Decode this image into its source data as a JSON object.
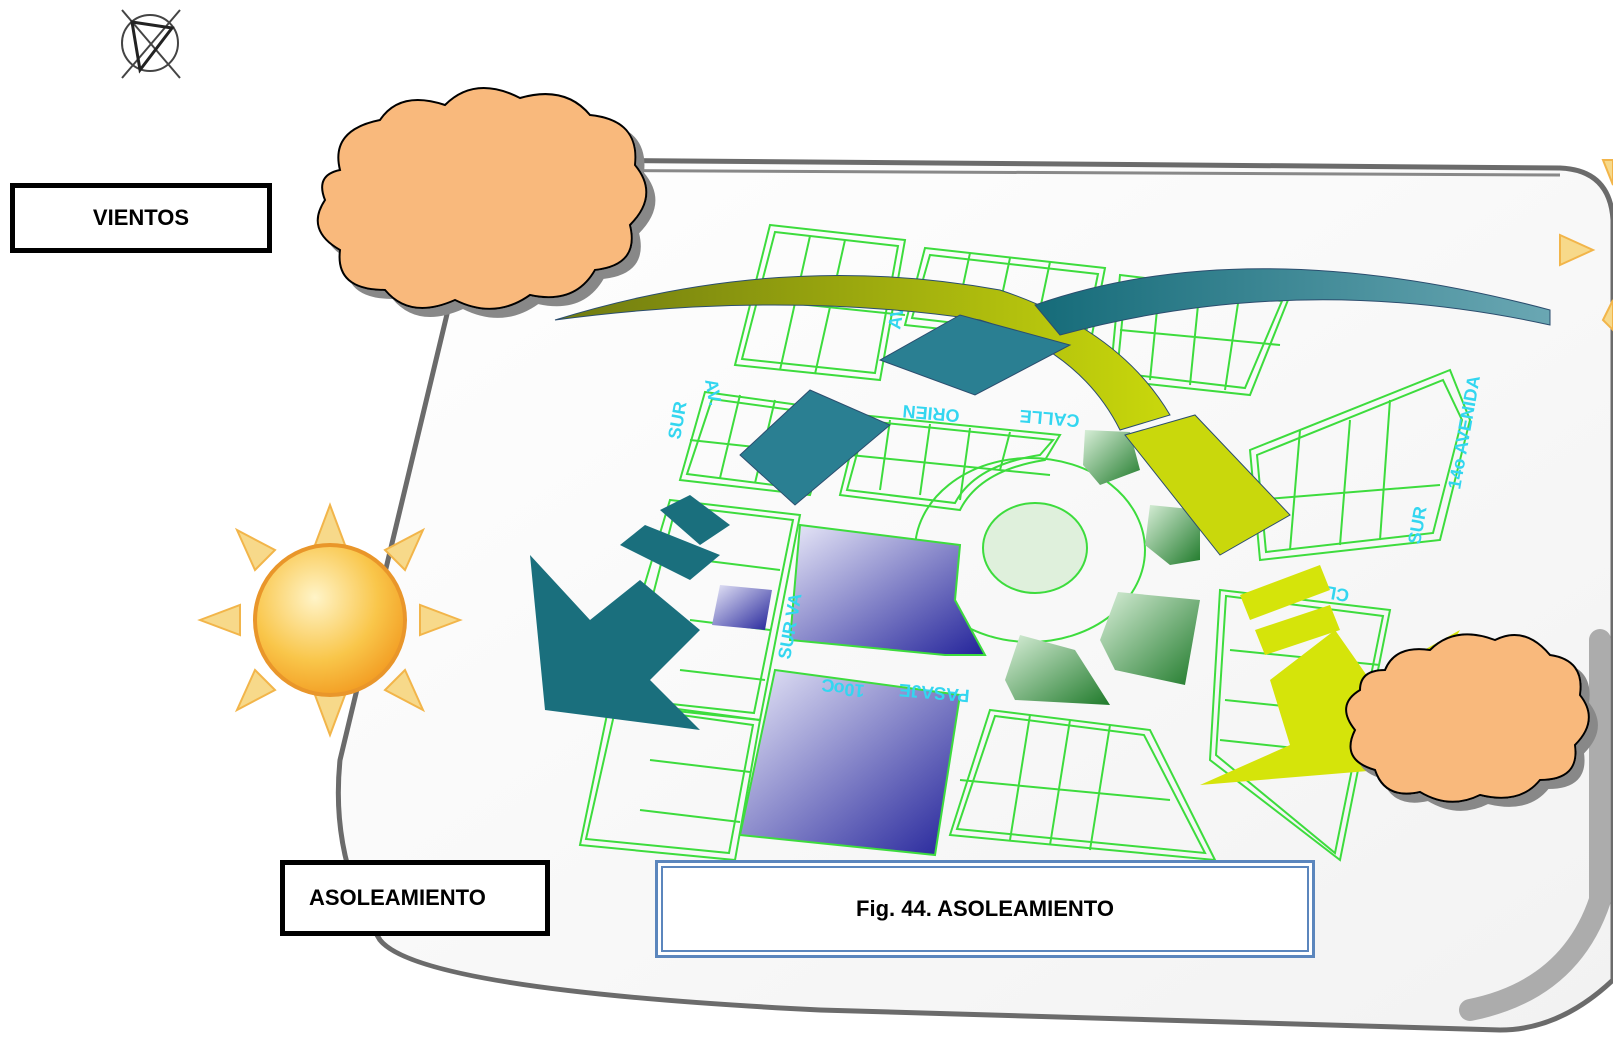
{
  "labels": {
    "vientos": "VIENTOS",
    "asoleamiento": "ASOLEAMIENTO",
    "caption": "Fig. 44. ASOLEAMIENTO"
  },
  "plan_text": {
    "street_1": "AV.",
    "street_2": "SUR",
    "street_3": "ORIEN",
    "street_4": "CALLE",
    "street_5": "14o AVENIDA",
    "street_6": "SUR",
    "street_7": "CL",
    "street_8": "PASAJE",
    "street_9": "SUR VA",
    "street_10": "10o",
    "street_11": "AV.",
    "street_12": "C"
  },
  "icons": [
    "compass-icon",
    "cloud-icon",
    "sun-icon",
    "wind-arrow-icon"
  ],
  "colors": {
    "cloud": "#f9b97c",
    "plan_lines": "#3ddc3d",
    "teal_arrow": "#1a6f7d",
    "olive_arrow": "#8a9a10",
    "lime_arrow": "#d5e40a",
    "caption_border": "#5b86bd",
    "sun": "#f7b23a"
  }
}
